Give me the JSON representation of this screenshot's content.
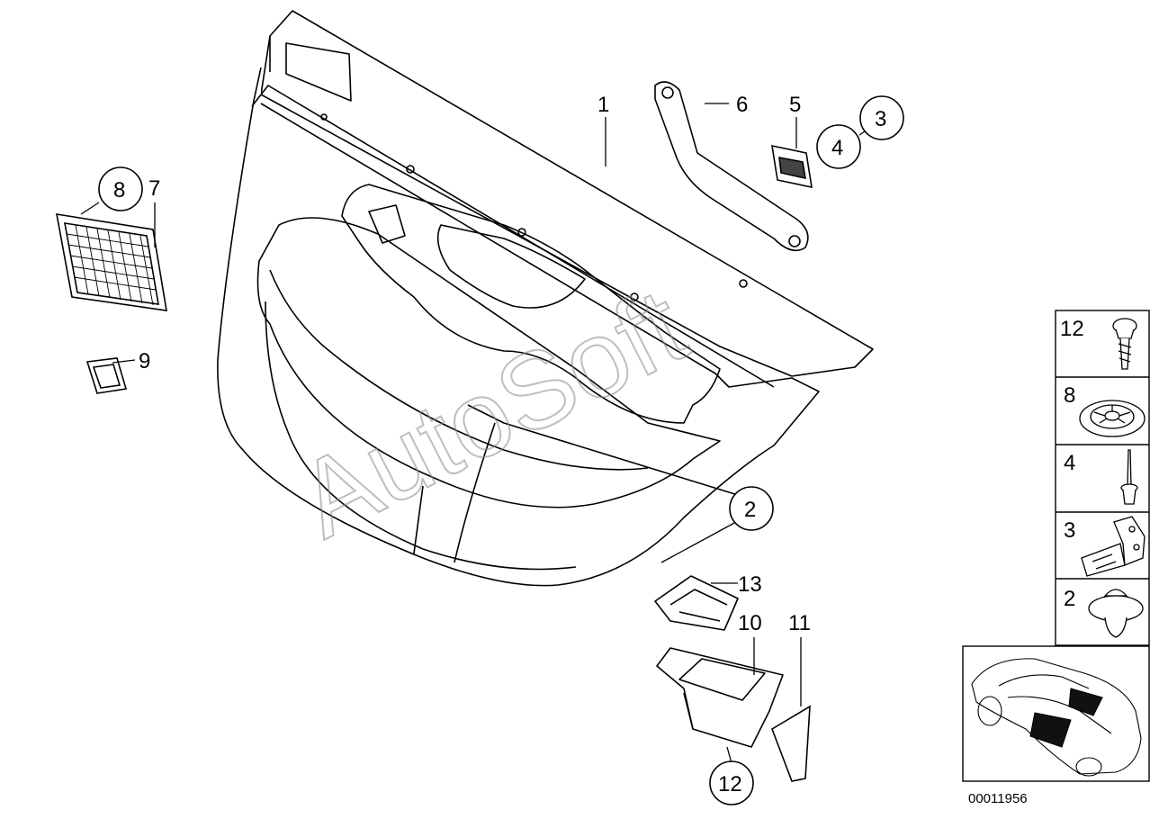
{
  "watermark": "AutoSoft",
  "reference_number": "00011956",
  "callouts": {
    "c1": "1",
    "c2": "2",
    "c3": "3",
    "c4": "4",
    "c5": "5",
    "c6": "6",
    "c7": "7",
    "c8": "8",
    "c9": "9",
    "c10": "10",
    "c11": "11",
    "c12": "12",
    "c13": "13"
  },
  "fasteners_panel": [
    {
      "number": "12",
      "icon": "screw-icon"
    },
    {
      "number": "8",
      "icon": "expanding-nut-icon"
    },
    {
      "number": "4",
      "icon": "rivet-icon"
    },
    {
      "number": "3",
      "icon": "bracket-icon"
    },
    {
      "number": "2",
      "icon": "push-clip-icon"
    }
  ]
}
